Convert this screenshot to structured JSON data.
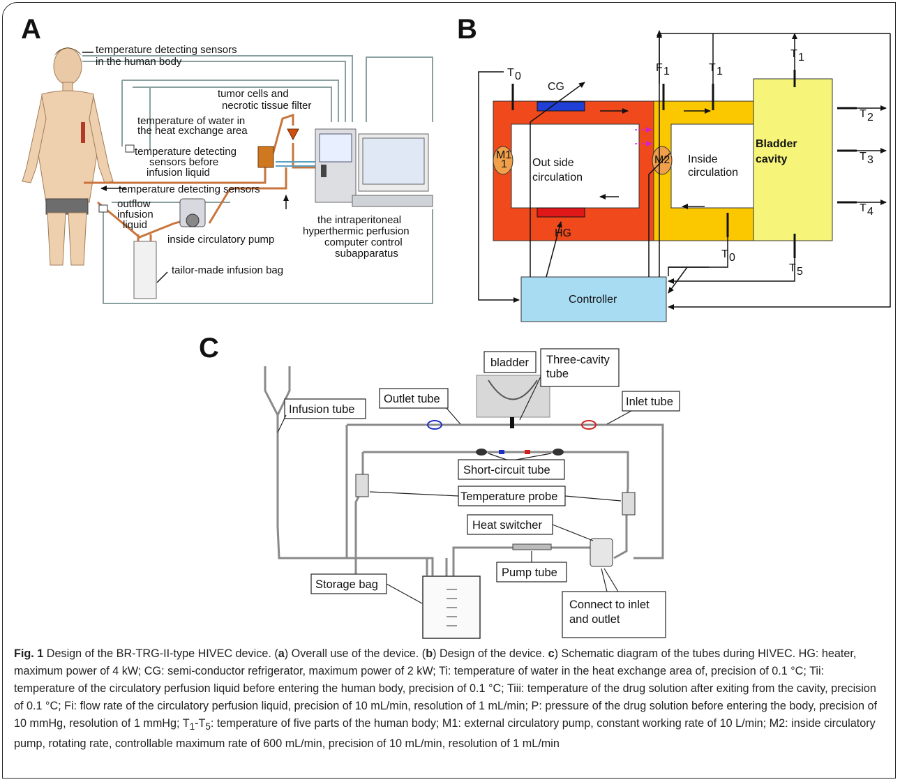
{
  "panels": {
    "a": {
      "letter": "A",
      "labels": {
        "sensors_body_1": "temperature detecting sensors",
        "sensors_body_2": "in the human body",
        "tumor_filter_1": "tumor cells and",
        "tumor_filter_2": "necrotic tissue filter",
        "water_temp_1": "temperature of water in",
        "water_temp_2": "the heat exchange area",
        "before_infusion_1": "temperature detecting",
        "before_infusion_2": "sensors before",
        "before_infusion_3": "infusion liquid",
        "sensors": "temperature detecting sensors",
        "outflow_1": "outflow",
        "outflow_2": "infusion",
        "outflow_3": "liquid",
        "pump": "inside circulatory pump",
        "computer_1": "the intraperitoneal",
        "computer_2": "hyperthermic perfusion",
        "computer_3": "computer control",
        "computer_4": "subapparatus",
        "bag": "tailor-made infusion bag"
      }
    },
    "b": {
      "letter": "B",
      "labels": {
        "t0_top": "T",
        "t0_top_sub": "0",
        "cg": "CG",
        "f1": "F",
        "f1_sub": "1",
        "t1_mid": "T",
        "t1_mid_sub": "1",
        "t1_right": "T",
        "t1_right_sub": "1",
        "t2": "T",
        "t2_sub": "2",
        "t3": "T",
        "t3_sub": "3",
        "t4": "T",
        "t4_sub": "4",
        "t5": "T",
        "t5_sub": "5",
        "t0_bottom": "T",
        "t0_bottom_sub": "0",
        "m1_a": "M1",
        "m1_b": "1",
        "m2": "M2",
        "out_1": "Out side",
        "out_2": "circulation",
        "in_1": "Inside",
        "in_2": "circulation",
        "bladder_1": "Bladder",
        "bladder_2": "cavity",
        "hg": "HG",
        "controller": "Controller"
      }
    },
    "c": {
      "letter": "C",
      "labels": {
        "bladder": "bladder",
        "three_cavity_1": "Three-cavity",
        "three_cavity_2": "tube",
        "infusion_tube": "Infusion tube",
        "outlet_tube": "Outlet tube",
        "inlet_tube": "Inlet tube",
        "short_circuit": "Short-circuit tube",
        "temp_probe": "Temperature probe",
        "heat_switcher": "Heat switcher",
        "pump_tube": "Pump tube",
        "storage_bag": "Storage bag",
        "connect_1": "Connect to inlet",
        "connect_2": "and outlet"
      }
    }
  },
  "caption": {
    "fig_label": "Fig. 1",
    "text_1": " Design of the BR-TRG-II-type HIVEC device. (",
    "a": "a",
    "text_2": ") Overall use of the device. (",
    "b": "b",
    "text_3": ") Design of the device. ",
    "c": "c",
    "text_4": ") Schematic diagram of the tubes during HIVEC. HG: heater, maximum power of 4 kW; CG: semi-conductor refrigerator, maximum power of 2 kW; Ti: temperature of water in the heat exchange area of, precision of 0.1 °C; Tii: temperature of the circulatory perfusion liquid before entering the human body, precision of 0.1 °C; Tiii: temperature of the drug solution after exiting from the cavity, precision of 0.1 °C; Fi: flow rate of the circulatory perfusion liquid, precision of 10 mL/min, resolution of 1 mL/min; P: pressure of the drug solution before entering the body, precision of 10 mmHg, resolution of 1 mmHg; T",
    "t1": "1",
    "dash": "-",
    "t_letter": "T",
    "t5": "5",
    "text_5": ": temperature of five parts of the human body; M1: external circulatory pump, constant working rate of 10 L/min; M2: inside circulatory pump, rotating rate, controllable maximum rate of 600 mL/min, precision of 10 mL/min, resolution of 1 mL/min"
  },
  "colors": {
    "outside_loop": "#f04a1c",
    "inside_loop": "#fbc800",
    "bladder": "#f6f57a",
    "controller": "#a8dcf2",
    "cg": "#1f3fd6",
    "hg": "#e0181a",
    "pump": "#f0a04a",
    "pipe": "#6a8a8a",
    "tube_copper": "#c8743c"
  }
}
